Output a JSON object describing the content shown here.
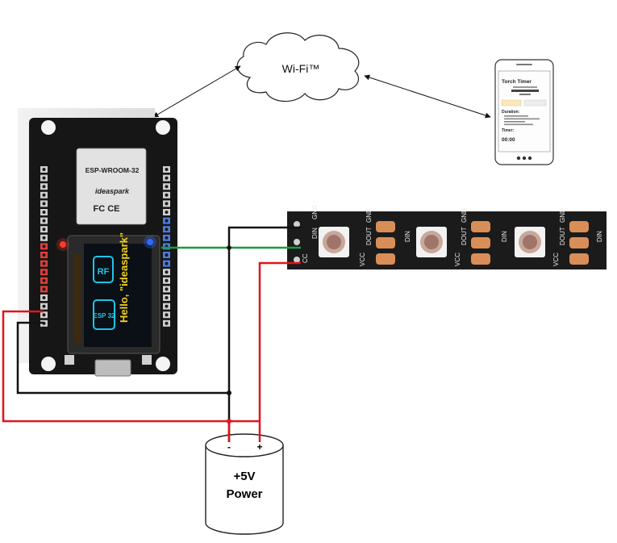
{
  "cloud": {
    "label": "Wi-Fi™"
  },
  "power_supply": {
    "line1": "+5V",
    "line2": "Power",
    "neg": "-",
    "pos": "+"
  },
  "esp_board": {
    "module": "ESP-WROOM-32",
    "brand": "ideaspark",
    "marks": "FC CE",
    "oled_line1": "Hello, \"ideaspark\"",
    "oled_badge1": "RF",
    "oled_badge2": "ESP 32"
  },
  "led_strip": {
    "pads": [
      "CC",
      "DIN",
      "GND",
      "VCC",
      "DOUT",
      "GND",
      "DIN",
      "VCC",
      "DOUT",
      "GND",
      "DIN",
      "VCC",
      "DOUT",
      "GND",
      "DIN"
    ]
  },
  "phone": {
    "title": "Torch Timer",
    "duration_label": "Duration:",
    "timer_label": "Timer:",
    "timer_value": "00:00"
  },
  "wire_colors": {
    "ground": "#111111",
    "power": "#e0151b",
    "data": "#1a9b3c"
  }
}
